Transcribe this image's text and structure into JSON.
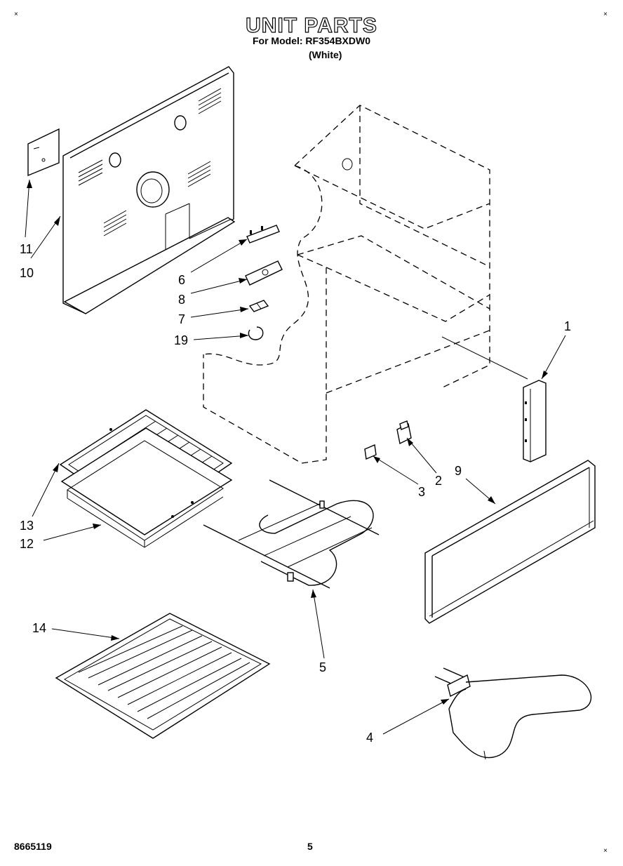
{
  "header": {
    "title": "UNIT PARTS",
    "model_line": "For Model: RF354BXDW0",
    "variant": "(White)"
  },
  "callouts": [
    {
      "id": "c1",
      "label": "1"
    },
    {
      "id": "c2",
      "label": "2"
    },
    {
      "id": "c3",
      "label": "3"
    },
    {
      "id": "c4",
      "label": "4"
    },
    {
      "id": "c5",
      "label": "5"
    },
    {
      "id": "c6",
      "label": "6"
    },
    {
      "id": "c7",
      "label": "7"
    },
    {
      "id": "c8",
      "label": "8"
    },
    {
      "id": "c9",
      "label": "9"
    },
    {
      "id": "c10",
      "label": "10"
    },
    {
      "id": "c11",
      "label": "11"
    },
    {
      "id": "c12",
      "label": "12"
    },
    {
      "id": "c13",
      "label": "13"
    },
    {
      "id": "c14",
      "label": "14"
    },
    {
      "id": "c19",
      "label": "19"
    }
  ],
  "footer": {
    "doc_number": "8665119",
    "page_number": "5"
  },
  "corner_mark": "×"
}
